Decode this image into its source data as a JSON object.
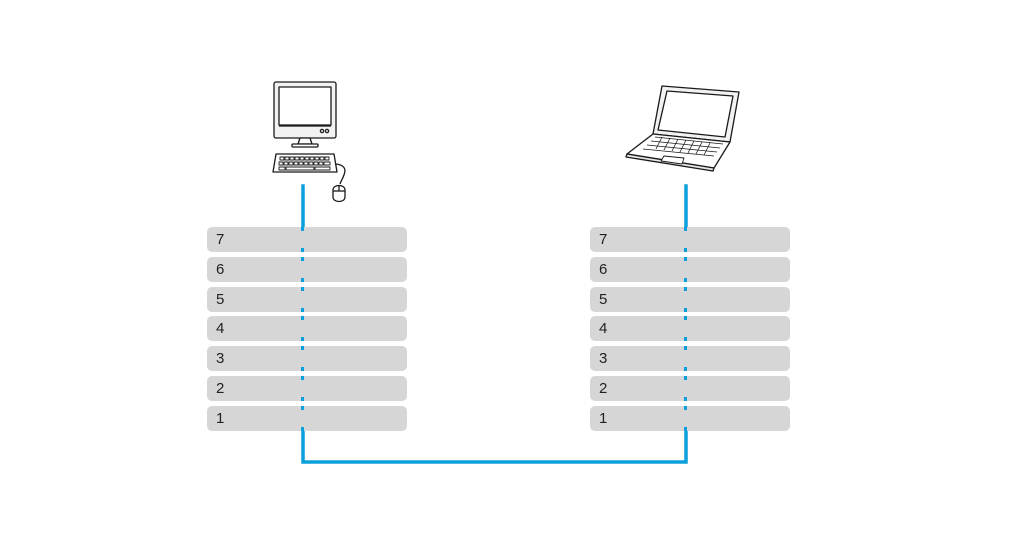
{
  "colors": {
    "link": "#0b9fdc",
    "layer_fill": "#d6d6d6",
    "layer_text": "#222222",
    "device_stroke": "#1a1a1a"
  },
  "icons": {
    "left_device": "desktop-computer-icon",
    "right_device": "laptop-icon"
  },
  "left_stack": {
    "layers": [
      "7",
      "6",
      "5",
      "4",
      "3",
      "2",
      "1"
    ]
  },
  "right_stack": {
    "layers": [
      "7",
      "6",
      "5",
      "4",
      "3",
      "2",
      "1"
    ]
  }
}
